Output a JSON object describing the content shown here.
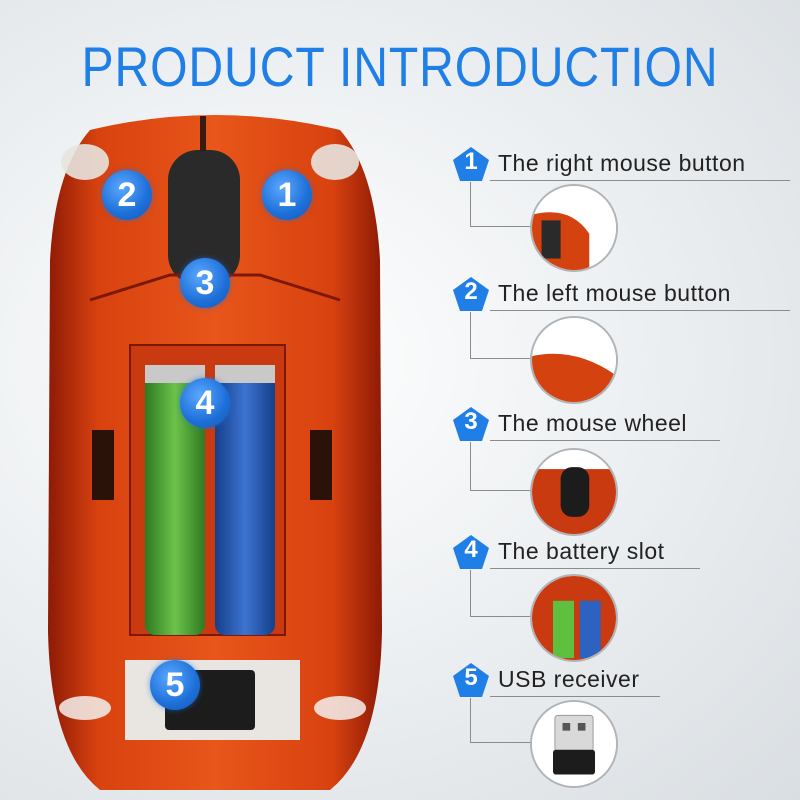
{
  "title": "PRODUCT INTRODUCTION",
  "brand_color": "#1f7fe6",
  "photo_markers": [
    "1",
    "2",
    "3",
    "4",
    "5"
  ],
  "features": [
    {
      "number": "1",
      "label": "The right mouse button"
    },
    {
      "number": "2",
      "label": "The left mouse button"
    },
    {
      "number": "3",
      "label": "The mouse wheel"
    },
    {
      "number": "4",
      "label": "The battery slot"
    },
    {
      "number": "5",
      "label": "USB receiver"
    }
  ]
}
